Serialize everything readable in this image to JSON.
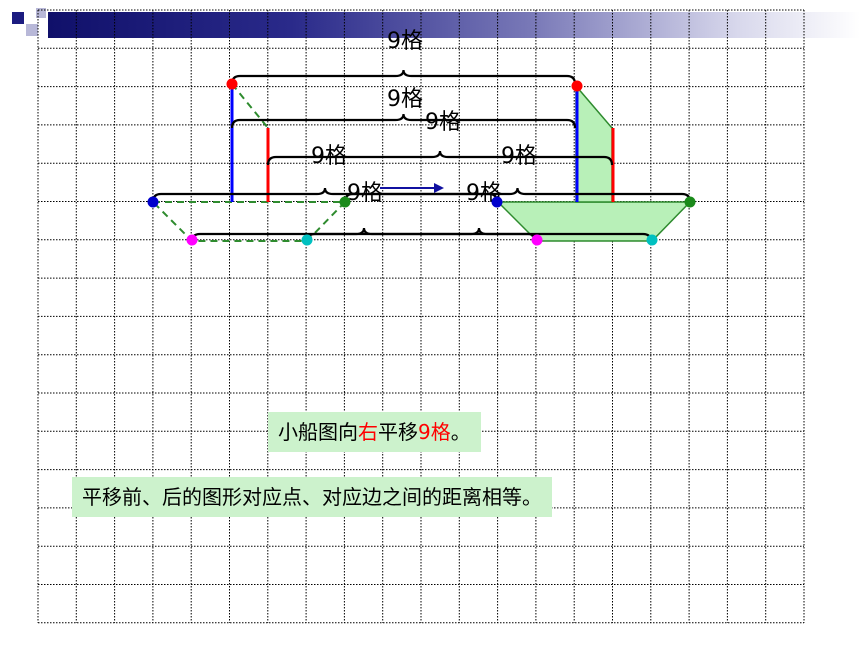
{
  "diagram": {
    "distance_label": "9格",
    "caption_top": {
      "pre": "小船图向",
      "direction": "右",
      "mid": "平移",
      "amount": "9格",
      "post": "。"
    },
    "caption_bottom": "平移前、后的图形对应点、对应边之间的距离相等。"
  },
  "colors": {
    "header": "#10106a",
    "grid": "#000000",
    "mast": "#0000ff",
    "mast_red": "#ff0000",
    "hull_dash": "#2e8b2e",
    "hull_fill": "#b8f0b8",
    "point_red": "#ff0000",
    "point_blue": "#0000cc",
    "point_green": "#1a8a1a",
    "point_magenta": "#ff00ff",
    "point_cyan": "#00c0c0",
    "caption_bg": "#ccf2cc",
    "highlight": "#ff0000"
  },
  "icons": [
    "square-bullet-icon",
    "arrow-right-icon"
  ]
}
